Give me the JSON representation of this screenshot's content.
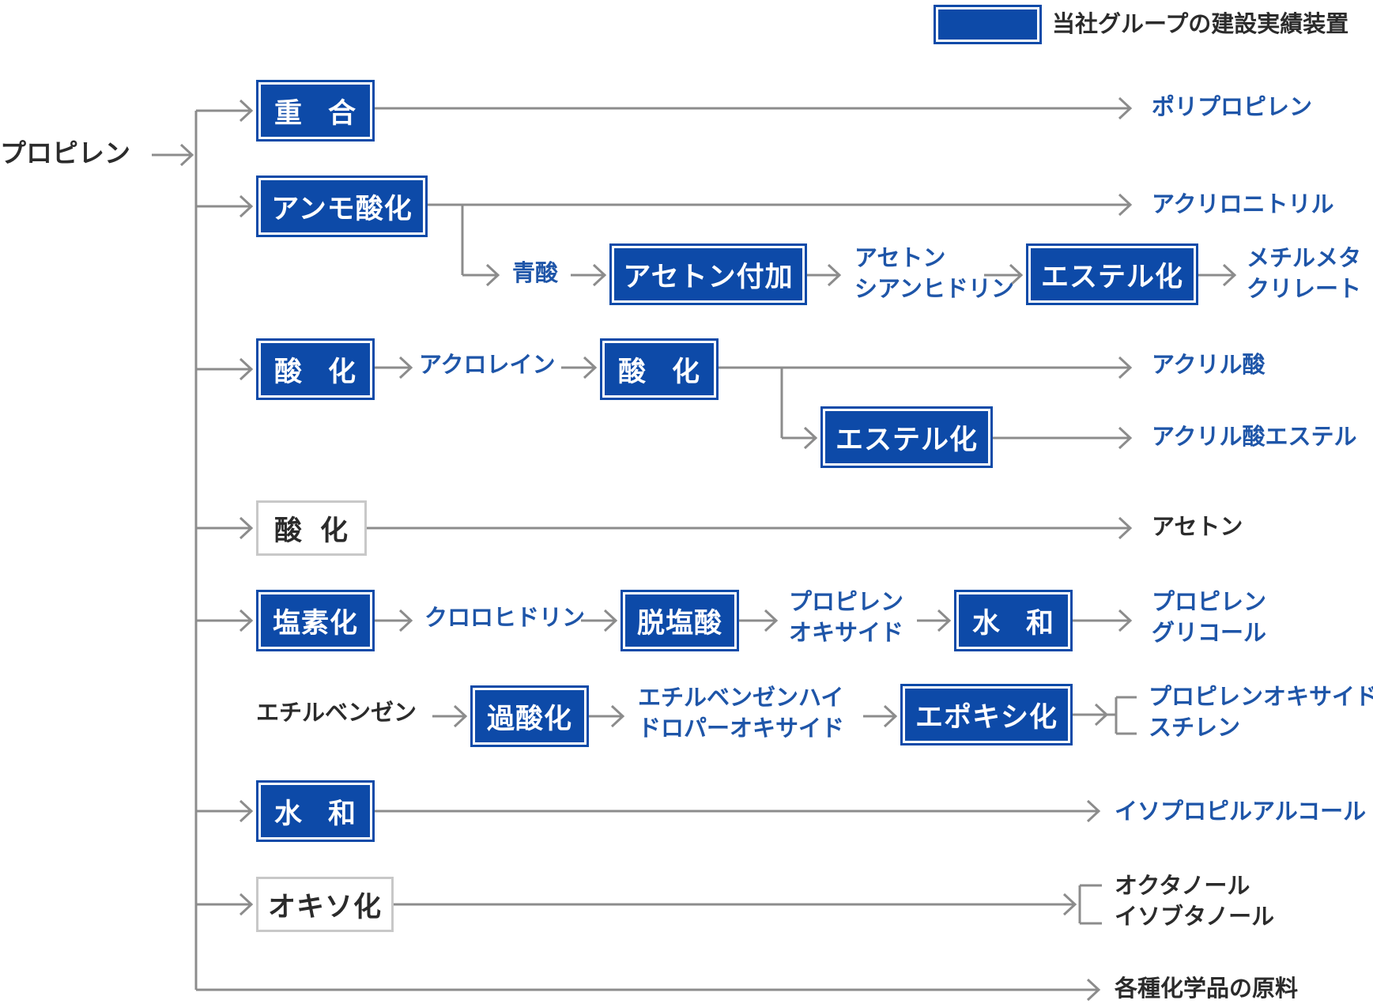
{
  "legend": {
    "text": "当社グループの建設実績装置",
    "color": "#0d4aa8"
  },
  "start": "プロピレン",
  "processes": {
    "polymerization": "重合",
    "ammoxidation": "アンモ酸化",
    "acetone_addition": "アセトン付加",
    "esterification_a": "エステル化",
    "oxidation_1": "酸化",
    "oxidation_2": "酸化",
    "esterification_b": "エステル化",
    "oxidation_3": "酸化",
    "chlorination": "塩素化",
    "dehydrochlorination": "脱塩酸",
    "hydration_1": "水和",
    "peroxidation": "過酸化",
    "epoxidation": "エポキシ化",
    "hydration_2": "水和",
    "oxo": "オキソ化"
  },
  "intermediates": {
    "hydrogen_cyanide": "青酸",
    "acetone_cyanohydrin": [
      "アセトン",
      "シアンヒドリン"
    ],
    "acrolein": "アクロレイン",
    "chlorohydrin": "クロロヒドリン",
    "propylene_oxide": [
      "プロピレン",
      "オキサイド"
    ],
    "ethylbenzene": "エチルベンゼン",
    "ethylbenzene_hydroperoxide": [
      "エチルベンゼンハイ",
      "ドロパーオキサイド"
    ]
  },
  "products": {
    "polypropylene": "ポリプロピレン",
    "acrylonitrile": "アクリロニトリル",
    "mma": [
      "メチルメタ",
      "クリレート"
    ],
    "acrylic_acid": "アクリル酸",
    "acrylic_ester": "アクリル酸エステル",
    "acetone": "アセトン",
    "propylene_glycol": [
      "プロピレン",
      "グリコール"
    ],
    "po_styrene": [
      "プロピレンオキサイド",
      "スチレン"
    ],
    "ipa": "イソプロピルアルコール",
    "butanols": [
      "オクタノール",
      "イソブタノール"
    ],
    "raw_materials": "各種化学品の原料"
  }
}
